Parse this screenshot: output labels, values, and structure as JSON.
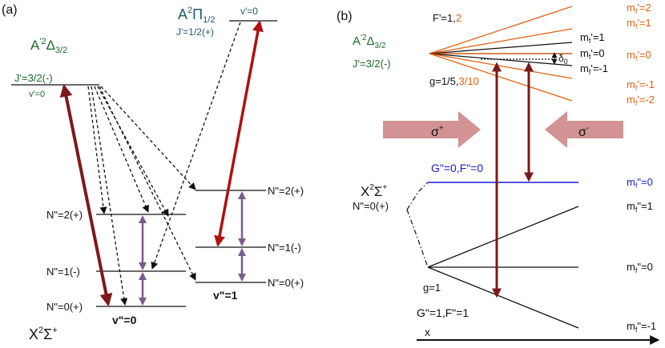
{
  "colors": {
    "level": "#111111",
    "green_label": "#1a6b2a",
    "teal_label": "#1d5c6b",
    "orange": "#e06010",
    "blue": "#1a1ad6",
    "dark_red_arrow": "#7a1a1a",
    "red_arrow": "#b01010",
    "purple_arrow": "#7a5c8c",
    "laser_beam": "#c98080"
  },
  "panel_a": {
    "tag": "(a)",
    "excited_state": {
      "main": "A",
      "sup": "'2",
      "greek": "Δ",
      "sub": "3/2"
    },
    "excited_j": "J'=3/2(-)",
    "excited_v": "v'=0",
    "pi_state": {
      "main": "A",
      "sup": "2",
      "greek": "Π",
      "sub": "1/2"
    },
    "pi_j": "J'=1/2(+)",
    "pi_v": "v'=0",
    "n2_v0": "N\"=2(+)",
    "n1_v0": "N\"=1(-)",
    "n0_v0": "N\"=0(+)",
    "v0": "v\"=0",
    "n2_v1": "N\"=2(+)",
    "n1_v1": "N\"=1(-)",
    "n0_v1": "N\"=0(+)",
    "v1": "v\"=1",
    "ground_state": {
      "main": "X",
      "sup": "2",
      "greek": "Σ",
      "sup2": "+"
    }
  },
  "panel_b": {
    "tag": "(b)",
    "f_prime": "F'=1,",
    "f_prime_orange": "2",
    "excited_state": {
      "main": "A",
      "sup": "'2",
      "greek": "Δ",
      "sub": "3/2"
    },
    "excited_j": "J'=3/2(-)",
    "delta": "δ",
    "delta_sub": "0",
    "g_factor": "g=1/5,",
    "g_factor_orange": "3/10",
    "mf_orange_top": [
      "m",
      "'=2"
    ],
    "mf_orange_1": "'=1",
    "mf_black_1": "'=1",
    "mf_black_0": "'=0",
    "mf_orange_0": "'=0",
    "mf_black_m1": "'=-1",
    "mf_orange_m1": "'=-1",
    "mf_orange_m2": "'=-2",
    "sigma_plus": "σ",
    "sigma_plus_sup": "+",
    "sigma_minus": "σ",
    "sigma_minus_sup": "-",
    "g0_label": "G\"=0,F\"=0",
    "mf_blue_0": "\"=0",
    "ground_state": {
      "main": "X",
      "sup": "2",
      "greek": "Σ",
      "sup2": "+"
    },
    "ground_n": "N\"=0(+)",
    "mf_ground_1": "\"=1",
    "mf_ground_0": "\"=0",
    "mf_ground_m1": "\"=-1",
    "g_lower": "g=1",
    "g1_label": "G\"=1,F\"=1",
    "x_axis": "x"
  }
}
